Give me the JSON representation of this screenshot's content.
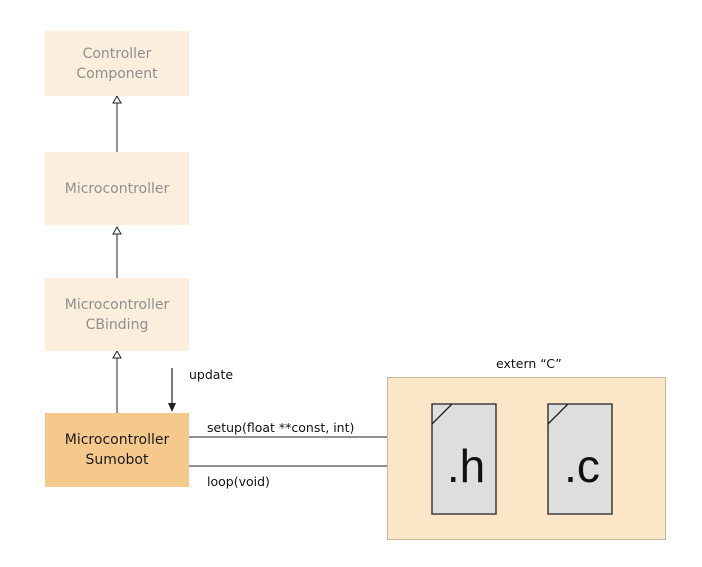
{
  "nodes": {
    "controller_component": "Controller\nComponent",
    "microcontroller": "Microcontroller",
    "microcontroller_cbinding": "Microcontroller\nCBinding",
    "microcontroller_sumobot": "Microcontroller\nSumobot"
  },
  "labels": {
    "update": "update",
    "setup": "setup(float **const, int)",
    "loop": "loop(void)",
    "extern_c": "extern “C”"
  },
  "files": {
    "header": ".h",
    "source": ".c"
  },
  "colors": {
    "pale_box": "#fbeedd",
    "highlight_box": "#f5c98c",
    "extern_box": "#fbe6c8",
    "file_fill": "#dedede"
  }
}
